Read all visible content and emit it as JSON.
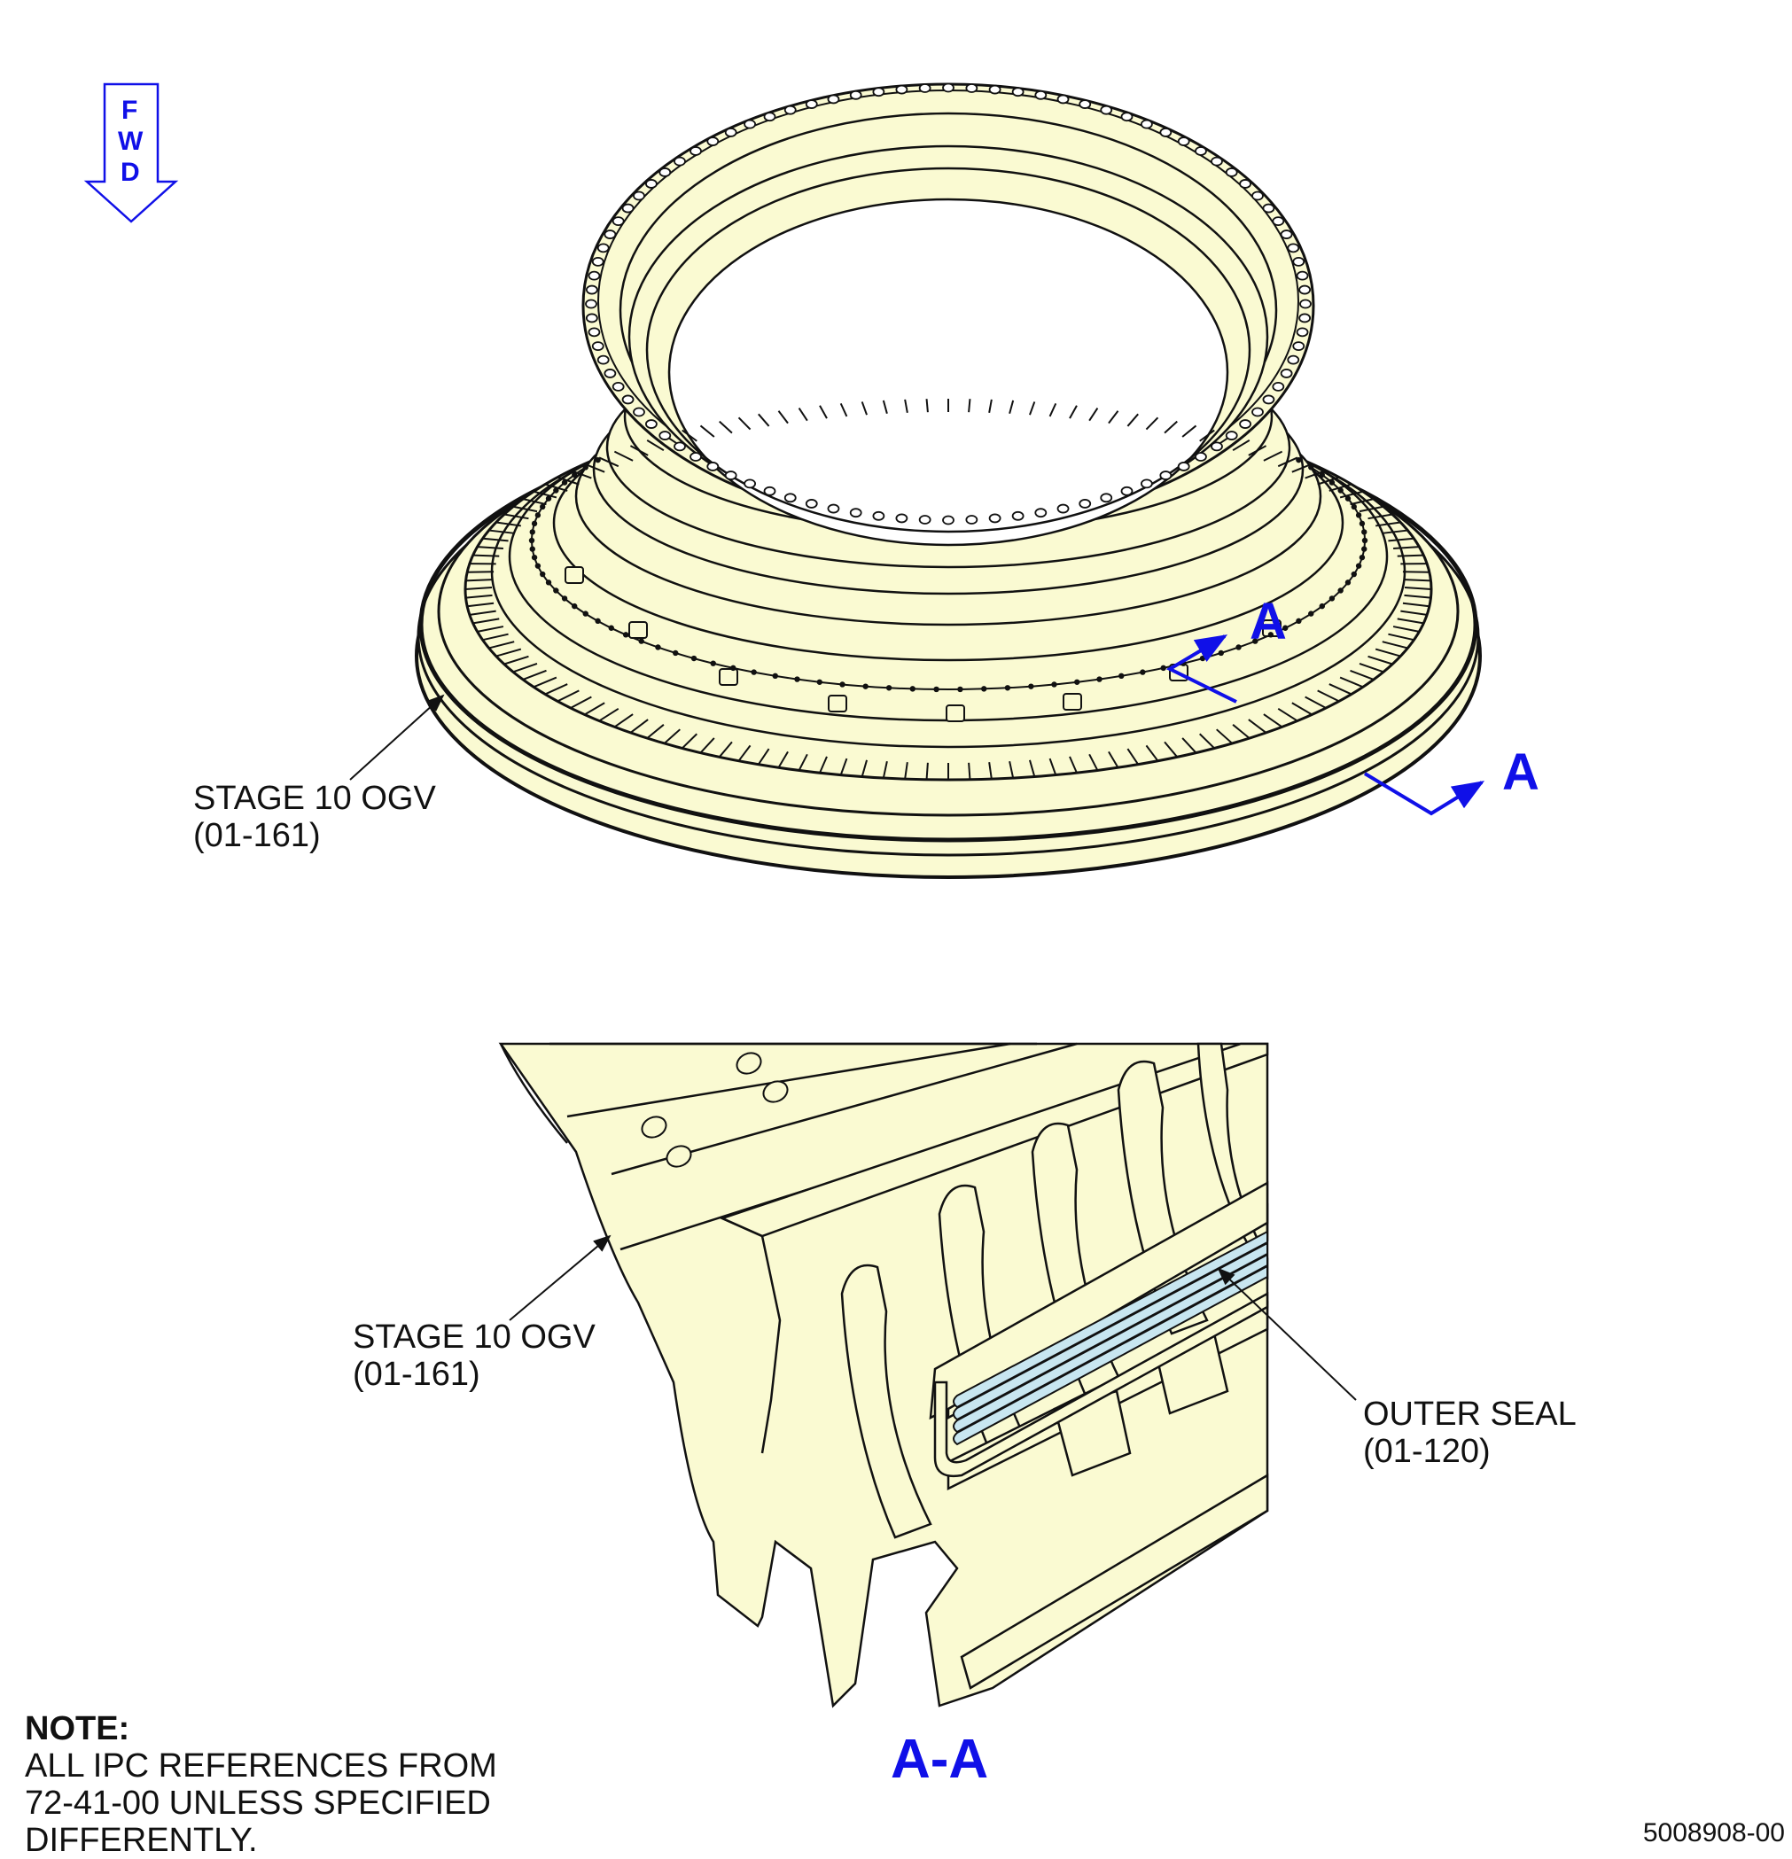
{
  "direction": {
    "letters": [
      "F",
      "W",
      "D"
    ]
  },
  "view_top": {
    "callout_ogv": {
      "line1": "STAGE 10 OGV",
      "line2": "(01-161)"
    },
    "section_letter_upper": "A",
    "section_letter_lower": "A"
  },
  "view_section": {
    "title": "A-A",
    "callout_ogv": {
      "line1": "STAGE 10 OGV",
      "line2": "(01-161)"
    },
    "callout_seal": {
      "line1": "OUTER SEAL",
      "line2": "(01-120)"
    }
  },
  "note": {
    "title": "NOTE:",
    "lines": [
      "ALL IPC REFERENCES FROM",
      "72-41-00 UNLESS SPECIFIED",
      "DIFFERENTLY."
    ]
  },
  "drawing_number": "5008908-00",
  "colors": {
    "part_fill": "#fafad2",
    "seal_fill": "#c8e6f0",
    "callout_blue": "#1010e8",
    "line": "#111111"
  }
}
